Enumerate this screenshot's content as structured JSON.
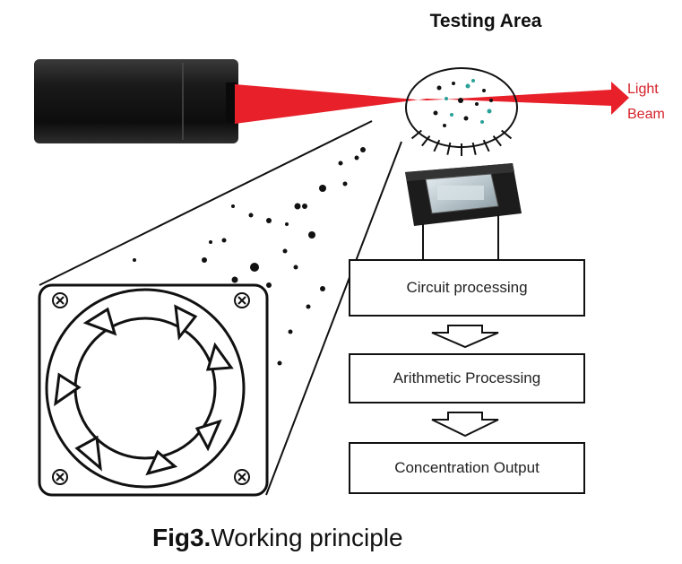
{
  "testing_area": {
    "title": "Testing Area"
  },
  "light_beam": {
    "line1": "Light",
    "line2": "Beam",
    "color": "#e8202a",
    "label_color": "#d4222a"
  },
  "flow": {
    "steps": [
      {
        "label": "Circuit processing"
      },
      {
        "label": "Arithmetic Processing"
      },
      {
        "label": "Concentration Output"
      }
    ]
  },
  "caption": {
    "prefix": "Fig3.",
    "text": "Working principle"
  },
  "icons": {
    "laser": "laser-emitter-icon",
    "fan": "fan-icon",
    "sensor": "photodetector-sensor-icon",
    "particles": "particle-dots"
  }
}
